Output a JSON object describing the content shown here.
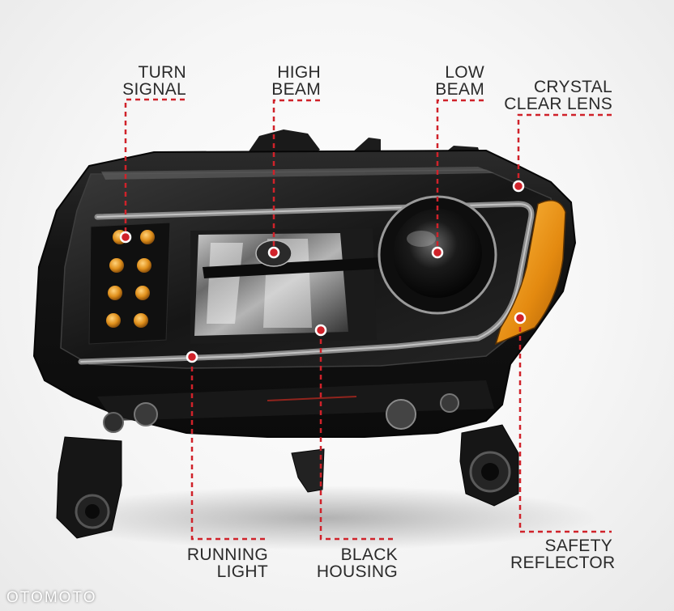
{
  "callouts": {
    "turn_signal": {
      "line1": "TURN",
      "line2": "SIGNAL"
    },
    "high_beam": {
      "line1": "HIGH",
      "line2": "BEAM"
    },
    "low_beam": {
      "line1": "LOW",
      "line2": "BEAM"
    },
    "crystal_clear_lens": {
      "line1": "CRYSTAL",
      "line2": "CLEAR LENS"
    },
    "running_light": {
      "line1": "RUNNING",
      "line2": "LIGHT"
    },
    "black_housing": {
      "line1": "BLACK",
      "line2": "HOUSING"
    },
    "safety_reflector": {
      "line1": "SAFETY",
      "line2": "REFLECTOR"
    }
  },
  "watermark": "OTOMOTO",
  "colors": {
    "callout_line": "#d0222a",
    "housing": "#121212",
    "amber": "#f0a020",
    "label_text": "#2a2a2a"
  }
}
